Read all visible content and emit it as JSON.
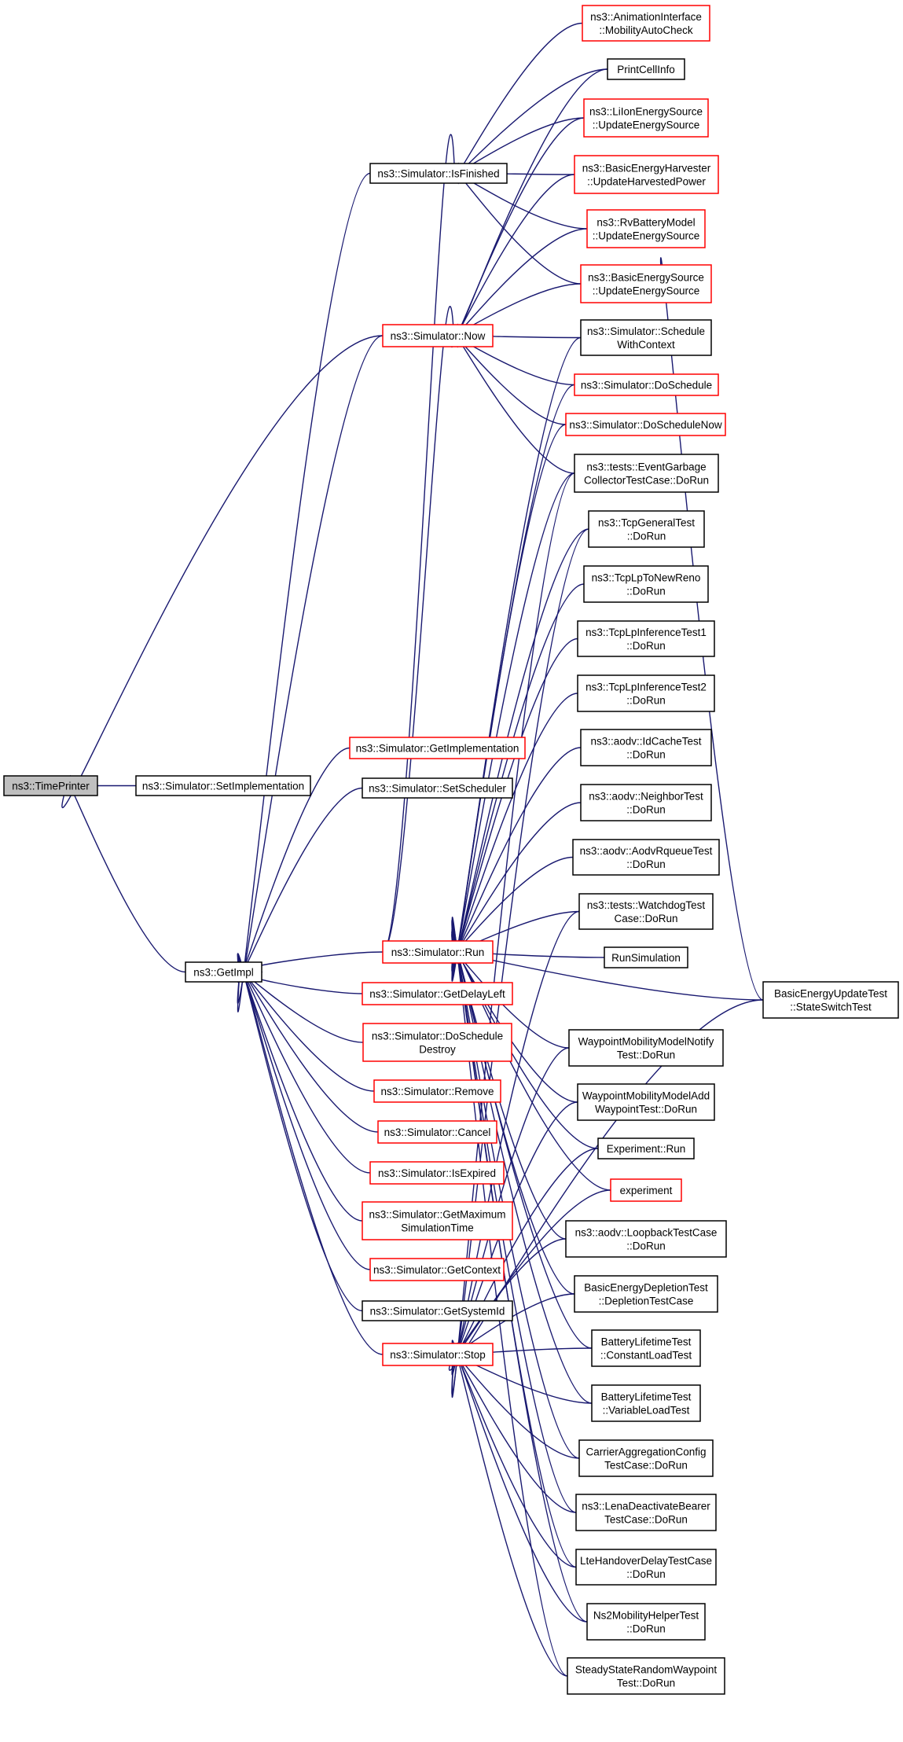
{
  "colors": {
    "edge": "#191970",
    "border_normal": "#000000",
    "border_truncated": "#ff0000",
    "root_fill": "#bfbfbf"
  },
  "nodes": {
    "timeprinter": {
      "lines": [
        "ns3::TimePrinter"
      ],
      "style": "root"
    },
    "setimpl": {
      "lines": [
        "ns3::Simulator::SetImplementation"
      ],
      "style": "black"
    },
    "getimpl": {
      "lines": [
        "ns3::GetImpl"
      ],
      "style": "black"
    },
    "isfinished": {
      "lines": [
        "ns3::Simulator::IsFinished"
      ],
      "style": "black"
    },
    "now": {
      "lines": [
        "ns3::Simulator::Now"
      ],
      "style": "red"
    },
    "getimplementation": {
      "lines": [
        "ns3::Simulator::GetImplementation"
      ],
      "style": "red"
    },
    "setscheduler": {
      "lines": [
        "ns3::Simulator::SetScheduler"
      ],
      "style": "black"
    },
    "run": {
      "lines": [
        "ns3::Simulator::Run"
      ],
      "style": "red"
    },
    "getdelayleft": {
      "lines": [
        "ns3::Simulator::GetDelayLeft"
      ],
      "style": "red"
    },
    "doscheduledestroy": {
      "lines": [
        "ns3::Simulator::DoSchedule",
        "Destroy"
      ],
      "style": "red"
    },
    "remove": {
      "lines": [
        "ns3::Simulator::Remove"
      ],
      "style": "red"
    },
    "cancel": {
      "lines": [
        "ns3::Simulator::Cancel"
      ],
      "style": "red"
    },
    "isexpired": {
      "lines": [
        "ns3::Simulator::IsExpired"
      ],
      "style": "red"
    },
    "getmaxsim": {
      "lines": [
        "ns3::Simulator::GetMaximum",
        "SimulationTime"
      ],
      "style": "red"
    },
    "getcontext": {
      "lines": [
        "ns3::Simulator::GetContext"
      ],
      "style": "red"
    },
    "getsystemid": {
      "lines": [
        "ns3::Simulator::GetSystemId"
      ],
      "style": "black"
    },
    "stop": {
      "lines": [
        "ns3::Simulator::Stop"
      ],
      "style": "red"
    },
    "animiface": {
      "lines": [
        "ns3::AnimationInterface",
        "::MobilityAutoCheck"
      ],
      "style": "red"
    },
    "printcellinfo": {
      "lines": [
        "PrintCellInfo"
      ],
      "style": "black"
    },
    "liion": {
      "lines": [
        "ns3::LiIonEnergySource",
        "::UpdateEnergySource"
      ],
      "style": "red"
    },
    "harvester": {
      "lines": [
        "ns3::BasicEnergyHarvester",
        "::UpdateHarvestedPower"
      ],
      "style": "red"
    },
    "rvbattery": {
      "lines": [
        "ns3::RvBatteryModel",
        "::UpdateEnergySource"
      ],
      "style": "red"
    },
    "basicsource": {
      "lines": [
        "ns3::BasicEnergySource",
        "::UpdateEnergySource"
      ],
      "style": "red"
    },
    "schedwithctx": {
      "lines": [
        "ns3::Simulator::Schedule",
        "WithContext"
      ],
      "style": "black"
    },
    "doschedule": {
      "lines": [
        "ns3::Simulator::DoSchedule"
      ],
      "style": "red"
    },
    "doschedulenow": {
      "lines": [
        "ns3::Simulator::DoScheduleNow"
      ],
      "style": "red"
    },
    "eventgarbage": {
      "lines": [
        "ns3::tests::EventGarbage",
        "CollectorTestCase::DoRun"
      ],
      "style": "black"
    },
    "tcpgeneral": {
      "lines": [
        "ns3::TcpGeneralTest",
        "::DoRun"
      ],
      "style": "black"
    },
    "tcplpnewreno": {
      "lines": [
        "ns3::TcpLpToNewReno",
        "::DoRun"
      ],
      "style": "black"
    },
    "tcplpinf1": {
      "lines": [
        "ns3::TcpLpInferenceTest1",
        "::DoRun"
      ],
      "style": "black"
    },
    "tcplpinf2": {
      "lines": [
        "ns3::TcpLpInferenceTest2",
        "::DoRun"
      ],
      "style": "black"
    },
    "idcache": {
      "lines": [
        "ns3::aodv::IdCacheTest",
        "::DoRun"
      ],
      "style": "black"
    },
    "neighbor": {
      "lines": [
        "ns3::aodv::NeighborTest",
        "::DoRun"
      ],
      "style": "black"
    },
    "rqueue": {
      "lines": [
        "ns3::aodv::AodvRqueueTest",
        "::DoRun"
      ],
      "style": "black"
    },
    "watchdog": {
      "lines": [
        "ns3::tests::WatchdogTest",
        "Case::DoRun"
      ],
      "style": "black"
    },
    "runsim": {
      "lines": [
        "RunSimulation"
      ],
      "style": "black"
    },
    "stateswitch": {
      "lines": [
        "BasicEnergyUpdateTest",
        "::StateSwitchTest"
      ],
      "style": "black"
    },
    "waypointnotify": {
      "lines": [
        "WaypointMobilityModelNotify",
        "Test::DoRun"
      ],
      "style": "black"
    },
    "waypointadd": {
      "lines": [
        "WaypointMobilityModelAdd",
        "WaypointTest::DoRun"
      ],
      "style": "black"
    },
    "experimentrun": {
      "lines": [
        "Experiment::Run"
      ],
      "style": "black"
    },
    "experiment": {
      "lines": [
        "experiment"
      ],
      "style": "red"
    },
    "loopback": {
      "lines": [
        "ns3::aodv::LoopbackTestCase",
        "::DoRun"
      ],
      "style": "black"
    },
    "depletion": {
      "lines": [
        "BasicEnergyDepletionTest",
        "::DepletionTestCase"
      ],
      "style": "black"
    },
    "constload": {
      "lines": [
        "BatteryLifetimeTest",
        "::ConstantLoadTest"
      ],
      "style": "black"
    },
    "varload": {
      "lines": [
        "BatteryLifetimeTest",
        "::VariableLoadTest"
      ],
      "style": "black"
    },
    "carrieragg": {
      "lines": [
        "CarrierAggregationConfig",
        "TestCase::DoRun"
      ],
      "style": "black"
    },
    "lenadeact": {
      "lines": [
        "ns3::LenaDeactivateBearer",
        "TestCase::DoRun"
      ],
      "style": "black"
    },
    "ltehandover": {
      "lines": [
        "LteHandoverDelayTestCase",
        "::DoRun"
      ],
      "style": "black"
    },
    "ns2mobility": {
      "lines": [
        "Ns2MobilityHelperTest",
        "::DoRun"
      ],
      "style": "black"
    },
    "steadystate": {
      "lines": [
        "SteadyStateRandomWaypoint",
        "Test::DoRun"
      ],
      "style": "black"
    }
  },
  "edges": [
    [
      "setimpl",
      "timeprinter"
    ],
    [
      "getimpl",
      "timeprinter"
    ],
    [
      "now",
      "timeprinter"
    ],
    [
      "isfinished",
      "getimpl"
    ],
    [
      "now",
      "getimpl"
    ],
    [
      "getimplementation",
      "getimpl"
    ],
    [
      "setscheduler",
      "getimpl"
    ],
    [
      "run",
      "getimpl"
    ],
    [
      "getdelayleft",
      "getimpl"
    ],
    [
      "doscheduledestroy",
      "getimpl"
    ],
    [
      "remove",
      "getimpl"
    ],
    [
      "cancel",
      "getimpl"
    ],
    [
      "isexpired",
      "getimpl"
    ],
    [
      "getmaxsim",
      "getimpl"
    ],
    [
      "getcontext",
      "getimpl"
    ],
    [
      "getsystemid",
      "getimpl"
    ],
    [
      "stop",
      "getimpl"
    ],
    [
      "animiface",
      "isfinished"
    ],
    [
      "printcellinfo",
      "isfinished"
    ],
    [
      "liion",
      "isfinished"
    ],
    [
      "harvester",
      "isfinished"
    ],
    [
      "rvbattery",
      "isfinished"
    ],
    [
      "basicsource",
      "isfinished"
    ],
    [
      "run",
      "isfinished"
    ],
    [
      "printcellinfo",
      "now"
    ],
    [
      "liion",
      "now"
    ],
    [
      "harvester",
      "now"
    ],
    [
      "rvbattery",
      "now"
    ],
    [
      "basicsource",
      "now"
    ],
    [
      "schedwithctx",
      "now"
    ],
    [
      "doschedule",
      "now"
    ],
    [
      "doschedulenow",
      "now"
    ],
    [
      "eventgarbage",
      "now"
    ],
    [
      "run",
      "now"
    ],
    [
      "stateswitch",
      "basicsource"
    ],
    [
      "schedwithctx",
      "run"
    ],
    [
      "doschedule",
      "run"
    ],
    [
      "doschedulenow",
      "run"
    ],
    [
      "eventgarbage",
      "run"
    ],
    [
      "tcpgeneral",
      "run"
    ],
    [
      "tcplpnewreno",
      "run"
    ],
    [
      "tcplpinf1",
      "run"
    ],
    [
      "tcplpinf2",
      "run"
    ],
    [
      "idcache",
      "run"
    ],
    [
      "neighbor",
      "run"
    ],
    [
      "rqueue",
      "run"
    ],
    [
      "watchdog",
      "run"
    ],
    [
      "runsim",
      "run"
    ],
    [
      "stateswitch",
      "run"
    ],
    [
      "waypointnotify",
      "run"
    ],
    [
      "waypointadd",
      "run"
    ],
    [
      "experimentrun",
      "run"
    ],
    [
      "experiment",
      "run"
    ],
    [
      "loopback",
      "run"
    ],
    [
      "depletion",
      "run"
    ],
    [
      "constload",
      "run"
    ],
    [
      "varload",
      "run"
    ],
    [
      "carrieragg",
      "run"
    ],
    [
      "lenadeact",
      "run"
    ],
    [
      "ltehandover",
      "run"
    ],
    [
      "ns2mobility",
      "run"
    ],
    [
      "steadystate",
      "run"
    ],
    [
      "eventgarbage",
      "stop"
    ],
    [
      "tcpgeneral",
      "stop"
    ],
    [
      "watchdog",
      "stop"
    ],
    [
      "waypointnotify",
      "stop"
    ],
    [
      "waypointadd",
      "stop"
    ],
    [
      "experimentrun",
      "stop"
    ],
    [
      "experiment",
      "stop"
    ],
    [
      "loopback",
      "stop"
    ],
    [
      "depletion",
      "stop"
    ],
    [
      "constload",
      "stop"
    ],
    [
      "varload",
      "stop"
    ],
    [
      "carrieragg",
      "stop"
    ],
    [
      "lenadeact",
      "stop"
    ],
    [
      "ltehandover",
      "stop"
    ],
    [
      "ns2mobility",
      "stop"
    ],
    [
      "steadystate",
      "stop"
    ],
    [
      "stateswitch",
      "stop"
    ]
  ]
}
